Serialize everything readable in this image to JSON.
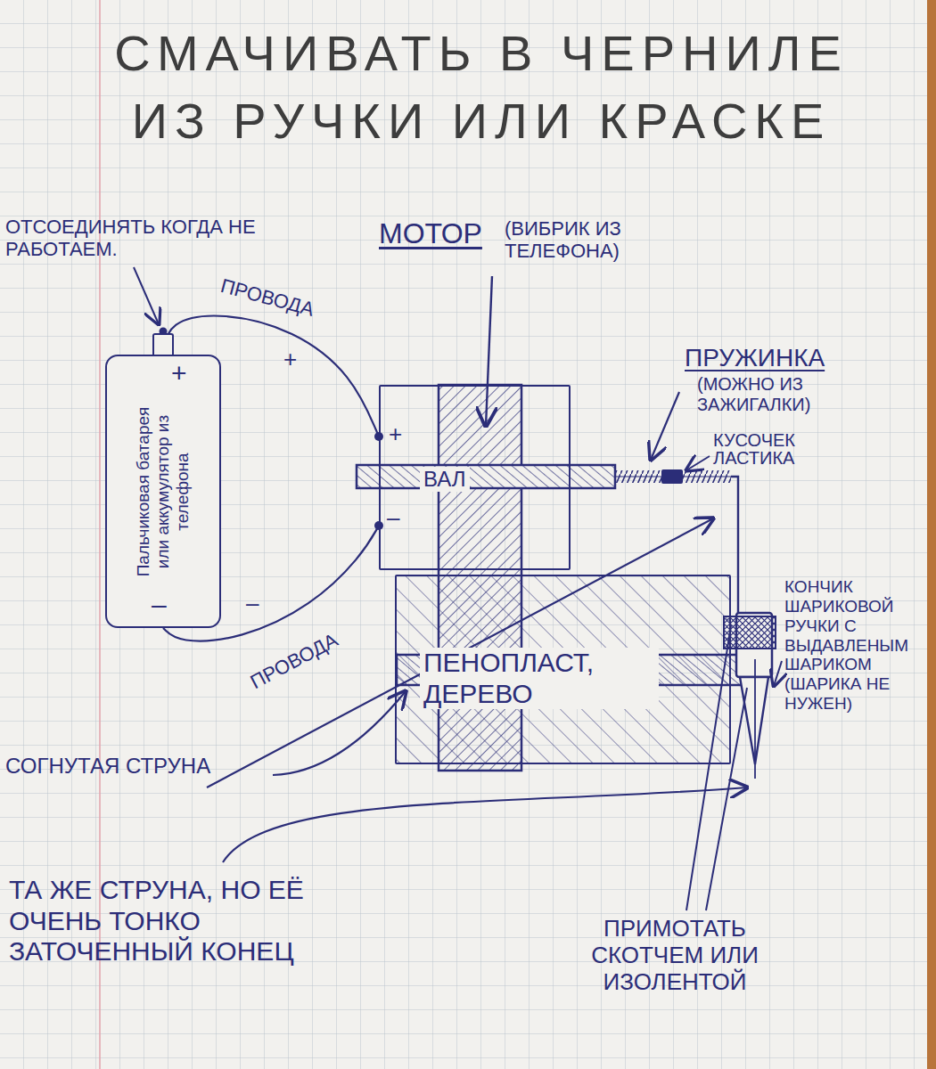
{
  "diagram": {
    "title": "СМАЧИВАТЬ В ЧЕРНИЛЕ ИЗ РУЧКИ ИЛИ КРАСКЕ",
    "nodes": [
      {
        "text": [
          "Пальчиковая батарея или аккумулятор из телефона"
        ]
      },
      {
        "text": [
          "ВАЛ"
        ]
      },
      {
        "text": [
          "ПЕНОПЛАСТ, ДЕРЕВО"
        ]
      }
    ],
    "edges": [
      {
        "from": 0,
        "to": 1,
        "arrow": "none",
        "label": "ПРОВОДА"
      },
      {
        "from": 0,
        "to": 1,
        "arrow": "none",
        "label": "ПРОВОДА"
      }
    ],
    "labels": [
      "ОТСОЕДИНЯТЬ КОГДА НЕ РАБОТАЕМ.",
      "МОТОР",
      "(ВИБРИК ИЗ ТЕЛЕФОНА)",
      "ПРУЖИНКА",
      "(МОЖНО ИЗ ЗАЖИГАЛКИ)",
      "+",
      "+",
      "+",
      "КУСОЧЕК ЛАСТИКА",
      "–",
      "КОНЧИК ШАРИКОВОЙ РУЧКИ С ВЫДАВЛЕНЫМ ШАРИКОМ (ШАРИКА НЕ НУЖЕН)",
      "–",
      "–",
      "СОГНУТАЯ СТРУНА",
      "ТА ЖЕ СТРУНА, НО ЕЁ ОЧЕНЬ ТОНКО ЗАТОЧЕННЫЙ КОНЕЦ",
      "ПРИМОТАТЬ СКОТЧЕМ ИЛИ ИЗОЛЕНТОЙ"
    ]
  }
}
